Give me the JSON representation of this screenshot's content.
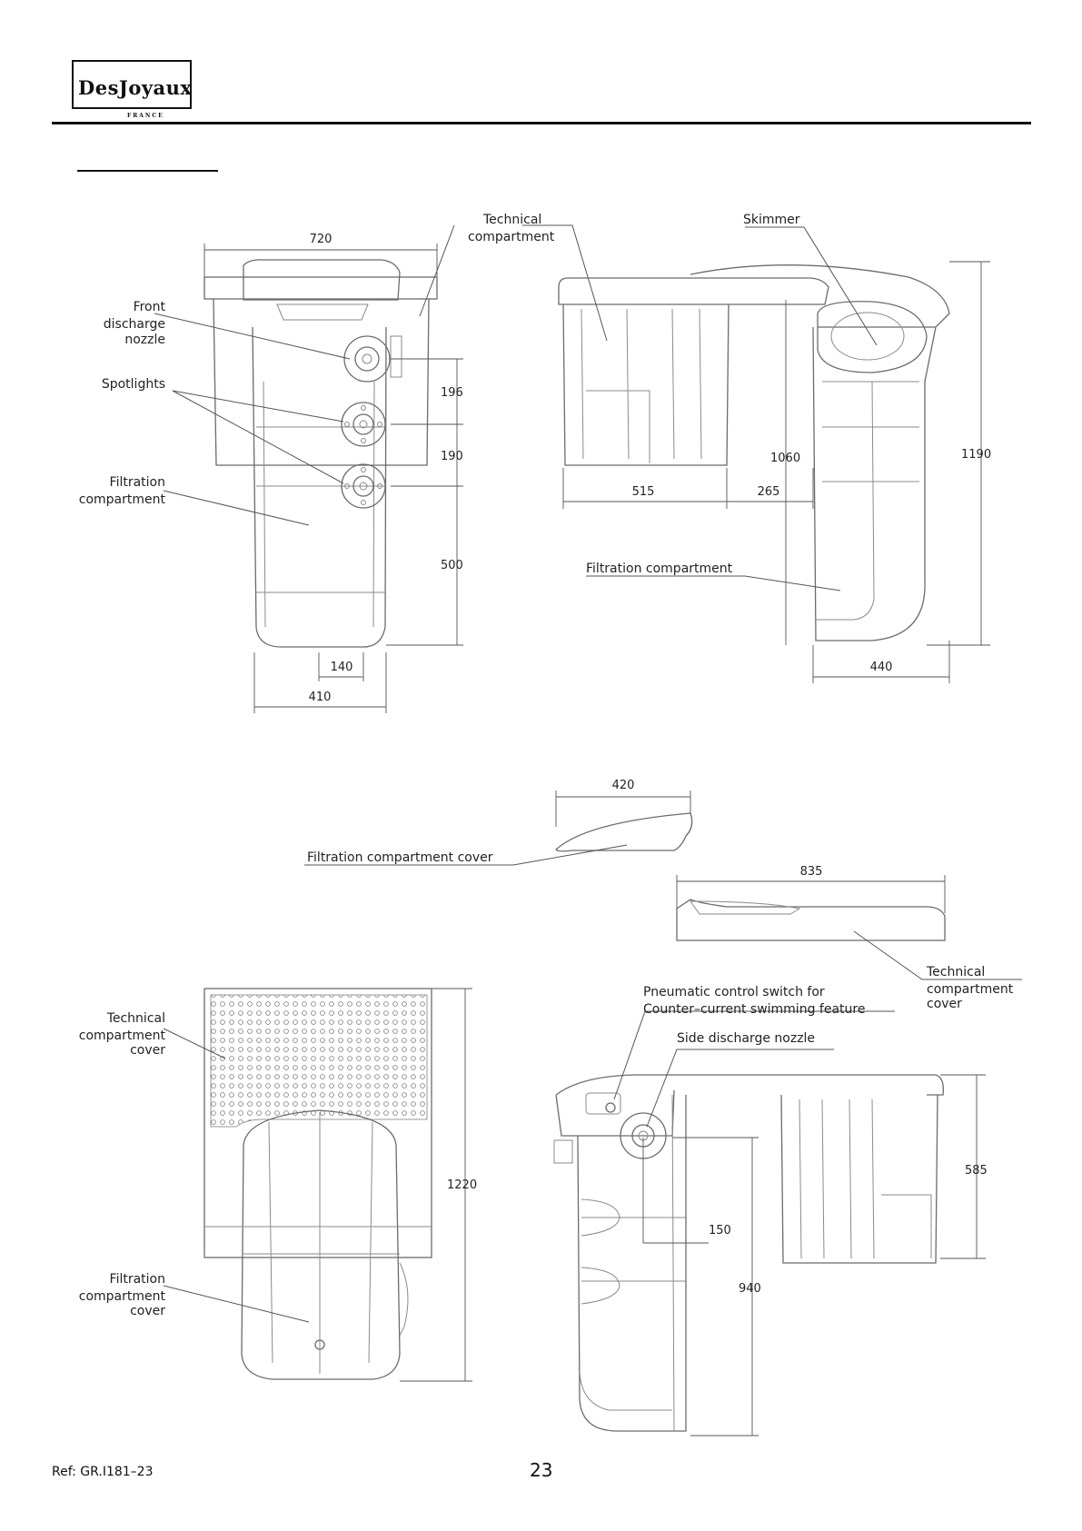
{
  "header": {
    "brand": "DesJoyaux",
    "brand_sub": "FRANCE"
  },
  "front_view": {
    "labels": {
      "front_discharge": [
        "Front",
        "discharge",
        "nozzle"
      ],
      "spotlights": "Spotlights",
      "filtration": [
        "Filtration",
        "compartment"
      ]
    },
    "dims": {
      "width_top": "720",
      "spot1": "196",
      "spot2": "190",
      "lower": "500",
      "bottom": "140",
      "width_bottom": "410"
    }
  },
  "side_view": {
    "labels": {
      "technical": [
        "Technical",
        "compartment"
      ],
      "skimmer": "Skimmer",
      "filtration": "Filtration compartment"
    },
    "dims": {
      "depth_a": "515",
      "depth_b": "265",
      "height_inner": "1060",
      "height_total": "1190",
      "bottom_width": "440"
    }
  },
  "covers": {
    "filtration_cover_label": "Filtration compartment cover",
    "filtration_cover_dim": "420",
    "technical_cover_label": [
      "Technical",
      "compartment",
      "cover"
    ],
    "technical_cover_dim": "835"
  },
  "top_view": {
    "labels": {
      "technical_cover": [
        "Technical",
        "compartment",
        "cover"
      ],
      "filtration_cover": [
        "Filtration",
        "compartment",
        "cover"
      ]
    },
    "dims": {
      "height": "1220"
    }
  },
  "rear_view": {
    "labels": {
      "pneumatic": [
        "Pneumatic control switch for",
        "Counter–current swimming feature"
      ],
      "side_discharge": "Side discharge nozzle"
    },
    "dims": {
      "nozzle": "150",
      "height_a": "585",
      "height_b": "940"
    }
  },
  "footer": {
    "ref": "Ref: GR.I181–23",
    "page": "23"
  }
}
